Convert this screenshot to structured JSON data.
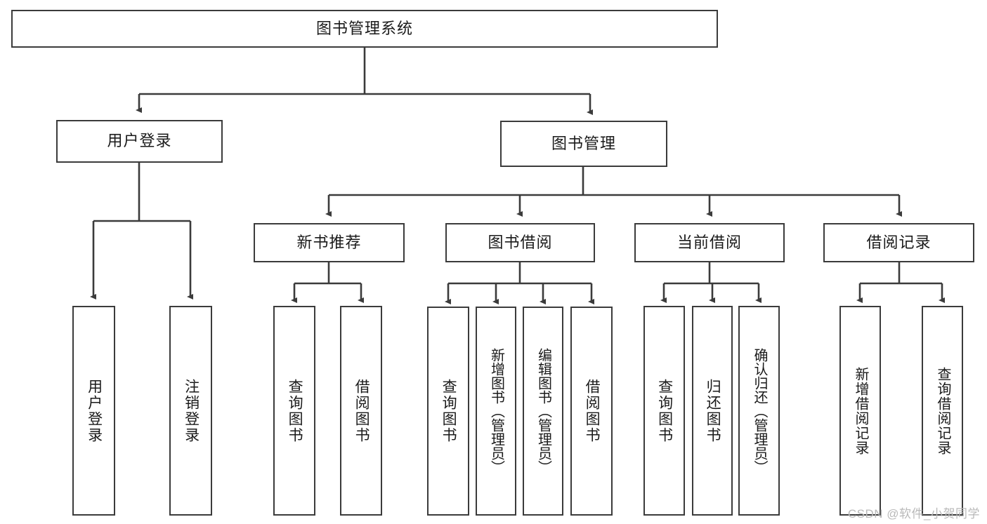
{
  "diagram": {
    "type": "tree",
    "title": "图书管理系统",
    "root": {
      "id": "root",
      "label": "图书管理系统"
    },
    "level1": [
      {
        "id": "user-login",
        "label": "用户登录"
      },
      {
        "id": "book-manage",
        "label": "图书管理"
      }
    ],
    "level2": [
      {
        "id": "new-book-recommend",
        "label": "新书推荐",
        "parent": "book-manage"
      },
      {
        "id": "book-borrow",
        "label": "图书借阅",
        "parent": "book-manage"
      },
      {
        "id": "current-borrow",
        "label": "当前借阅",
        "parent": "book-manage"
      },
      {
        "id": "borrow-record",
        "label": "借阅记录",
        "parent": "book-manage"
      }
    ],
    "leaves": [
      {
        "id": "leaf-user-login",
        "label": "用户登录",
        "parent": "user-login"
      },
      {
        "id": "leaf-logout-login",
        "label": "注销登录",
        "parent": "user-login"
      },
      {
        "id": "leaf-query-book-1",
        "label": "查询图书",
        "parent": "new-book-recommend"
      },
      {
        "id": "leaf-borrow-book-1",
        "label": "借阅图书",
        "parent": "new-book-recommend"
      },
      {
        "id": "leaf-query-book-2",
        "label": "查询图书",
        "parent": "book-borrow"
      },
      {
        "id": "leaf-add-book",
        "label": "新增图书（管理员）",
        "parent": "book-borrow"
      },
      {
        "id": "leaf-edit-book",
        "label": "编辑图书（管理员）",
        "parent": "book-borrow"
      },
      {
        "id": "leaf-borrow-book-2",
        "label": "借阅图书",
        "parent": "book-borrow"
      },
      {
        "id": "leaf-query-book-3",
        "label": "查询图书",
        "parent": "current-borrow"
      },
      {
        "id": "leaf-return-book",
        "label": "归还图书",
        "parent": "current-borrow"
      },
      {
        "id": "leaf-confirm-return",
        "label": "确认归还（管理员）",
        "parent": "current-borrow"
      },
      {
        "id": "leaf-add-record",
        "label": "新增借阅记录",
        "parent": "borrow-record"
      },
      {
        "id": "leaf-query-record",
        "label": "查询借阅记录",
        "parent": "borrow-record"
      }
    ],
    "colors": {
      "stroke": "#3b3b3b",
      "background": "#ffffff",
      "text": "#1a1a1a",
      "watermark": "#b9b9b9"
    }
  },
  "watermark": {
    "text": "CSDN @软件_小贺同学"
  }
}
